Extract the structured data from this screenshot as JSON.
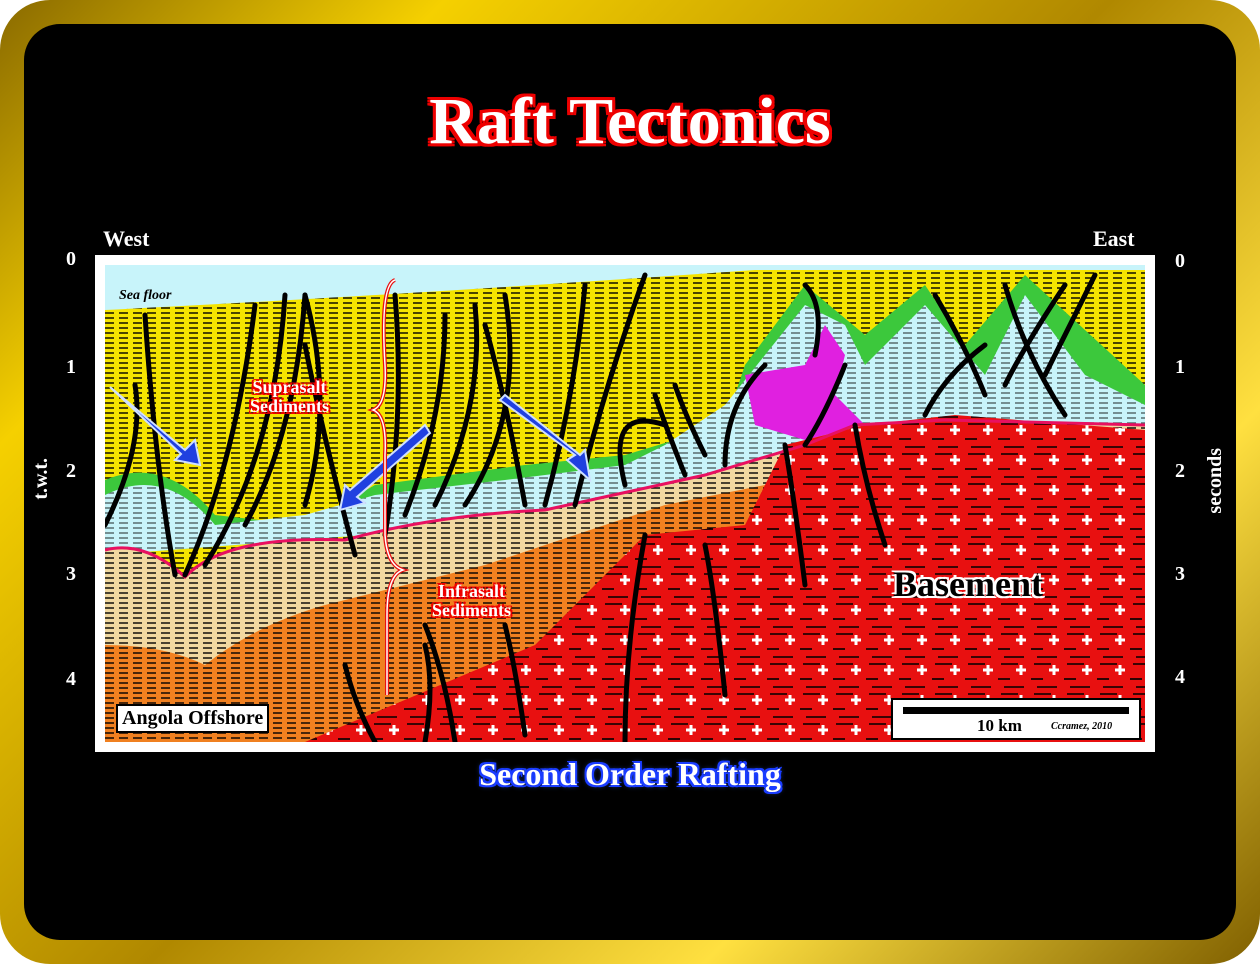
{
  "title": "Raft Tectonics",
  "subtitle": "Second Order Rafting",
  "section": {
    "west_label": "West",
    "east_label": "East",
    "left_axis_title": "t.w.t.",
    "right_axis_title": "seconds",
    "left_ticks": [
      "0",
      "1",
      "2",
      "3",
      "4"
    ],
    "right_ticks": [
      "0",
      "1",
      "2",
      "3",
      "4"
    ],
    "sea_floor_label": "Sea floor",
    "suprasalt_label_1": "Suprasalt",
    "suprasalt_label_2": "Sediments",
    "infrasalt_label_1": "Infrasalt",
    "infrasalt_label_2": "Sediments",
    "basement_label": "Basement",
    "location_label": "Angola Offshore",
    "scale_label": "10 km",
    "credit": "Ccramez, 2010"
  },
  "colors": {
    "frame": "#f5d000",
    "suprasalt": "#f5e400",
    "sea": "#c8f4fa",
    "green": "#3cc83c",
    "infrasalt": "#f08020",
    "basement": "#e81010",
    "salt": "#e020e0"
  }
}
